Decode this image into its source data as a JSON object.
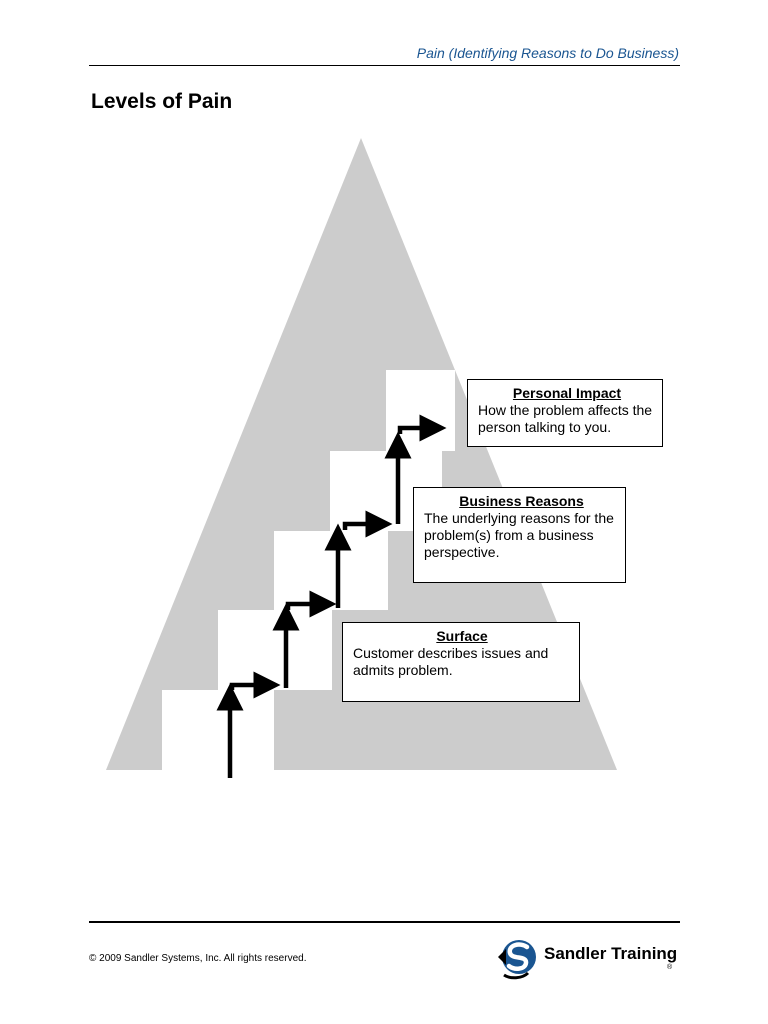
{
  "header": {
    "title": "Pain (Identifying Reasons to Do Business)"
  },
  "page": {
    "title": "Levels of Pain"
  },
  "levels": [
    {
      "title": "Personal Impact",
      "description": "How the problem affects the person talking to you."
    },
    {
      "title": "Business Reasons",
      "description": "The underlying reasons for the problem(s) from a business perspective."
    },
    {
      "title": "Surface",
      "description": "Customer describes issues and admits problem."
    }
  ],
  "footer": {
    "copyright": "© 2009 Sandler Systems, Inc.  All rights reserved.",
    "brand": "Sandler Training",
    "registered_mark": "®"
  },
  "colors": {
    "triangle": "#cccccc",
    "header_text": "#1a5591",
    "logo_accent": "#1a5591"
  },
  "icons": {
    "logo": "sandler-s-logo-icon",
    "arrows": "step-arrow-icon"
  }
}
